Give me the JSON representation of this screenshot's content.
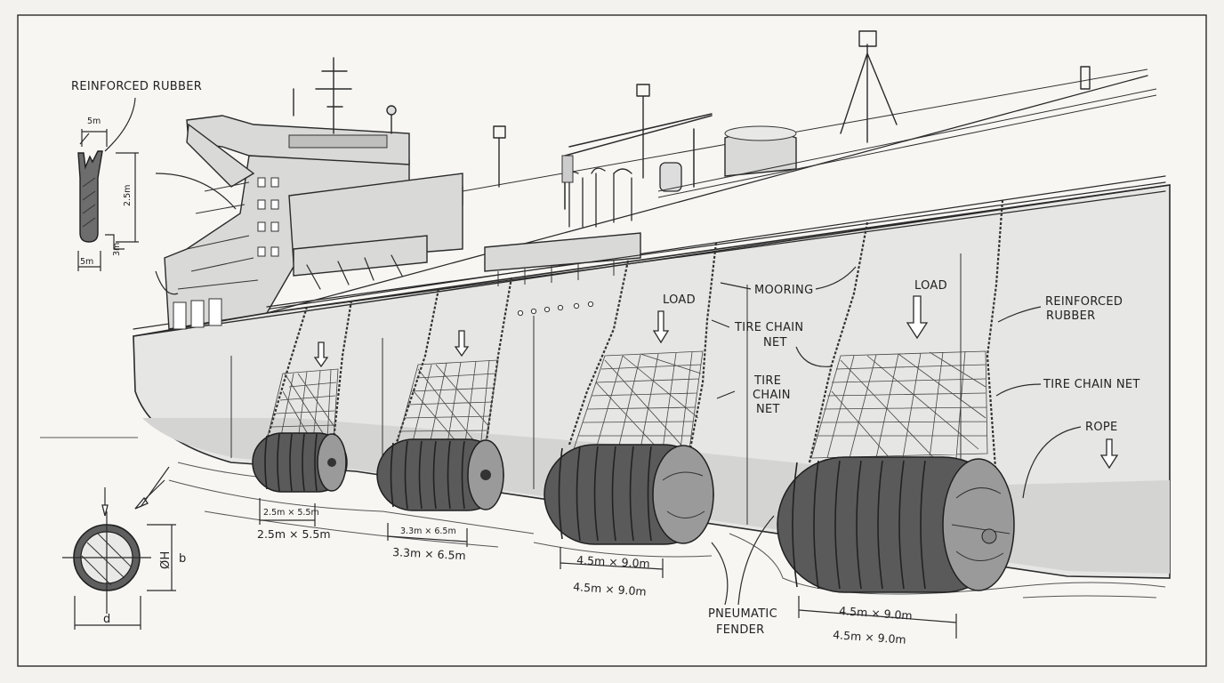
{
  "labels": {
    "reinforced_rubber_top": "REINFORCED RUBBER",
    "detail_5m_top": "5m",
    "detail_2_5m": "2.5m",
    "detail_5m_bottom": "5m",
    "detail_3m": "3m",
    "load_1": "LOAD",
    "load_2": "LOAD",
    "mooring": "MOORING",
    "tire_chain_net_1": "TIRE CHAIN",
    "tire_chain_net_1b": "NET",
    "tire_chain_net_2a": "TIRE",
    "tire_chain_net_2b": "CHAIN",
    "tire_chain_net_2c": "NET",
    "reinforced_rubber_right_a": "REINFORCED",
    "reinforced_rubber_right_b": "RUBBER",
    "tire_chain_net_right": "TIRE CHAIN NET",
    "rope": "ROPE",
    "pneumatic_a": "PNEUMATIC",
    "pneumatic_b": "FENDER",
    "section_h": "ØH",
    "section_b": "b",
    "section_d": "d"
  },
  "dimensions": {
    "fender_1_small": "2.5m × 5.5m",
    "fender_1": "2.5m × 5.5m",
    "fender_2_small": "3.3m × 6.5m",
    "fender_2": "3.3m × 6.5m",
    "fender_3_small": "4.5m × 9.0m",
    "fender_3": "4.5m × 9.0m",
    "fender_4_small": "4.5m × 9.0m",
    "fender_4": "4.5m × 9.0m"
  },
  "colors": {
    "paper": "#f3f2ee",
    "ink": "#2a2a2a",
    "hull": "#e6e6e4",
    "fender": "#5a5a5a"
  }
}
